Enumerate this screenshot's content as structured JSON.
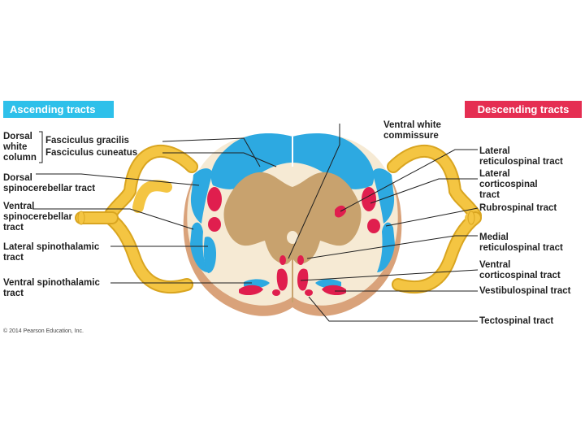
{
  "headers": {
    "ascending": "Ascending tracts",
    "descending": "Descending tracts"
  },
  "colors": {
    "ascending": "#2ec0ea",
    "descending": "#e52e52",
    "tract_blue": "#2da9e1",
    "tract_red": "#e01e4e",
    "white_matter": "#f6ead4",
    "gray_matter": "#c8a26e",
    "nerve": "#f4c542",
    "tissue_edge": "#d9a27a"
  },
  "left_labels": {
    "dorsal_white_column": [
      "Dorsal",
      "white",
      "column"
    ],
    "fasciculus_gracilis": "Fasciculus gracilis",
    "fasciculus_cuneatus": "Fasciculus cuneatus",
    "dorsal_spinocerebellar": [
      "Dorsal",
      "spinocerebellar tract"
    ],
    "ventral_spinocerebellar": [
      "Ventral",
      "spinocerebellar",
      "tract"
    ],
    "lateral_spinothalamic": [
      "Lateral spinothalamic",
      "tract"
    ],
    "ventral_spinothalamic": [
      "Ventral spinothalamic",
      "tract"
    ]
  },
  "top_label": [
    "Ventral white",
    "commissure"
  ],
  "right_labels": {
    "lateral_reticulospinal": [
      "Lateral",
      "reticulospinal tract"
    ],
    "lateral_corticospinal": [
      "Lateral",
      "corticospinal",
      "tract"
    ],
    "rubrospinal": "Rubrospinal tract",
    "medial_reticulospinal": [
      "Medial",
      "reticulospinal tract"
    ],
    "ventral_corticospinal": [
      "Ventral",
      "corticospinal tract"
    ],
    "vestibulospinal": "Vestibulospinal tract",
    "tectospinal": "Tectospinal tract"
  },
  "copyright": "© 2014 Pearson Education, Inc."
}
